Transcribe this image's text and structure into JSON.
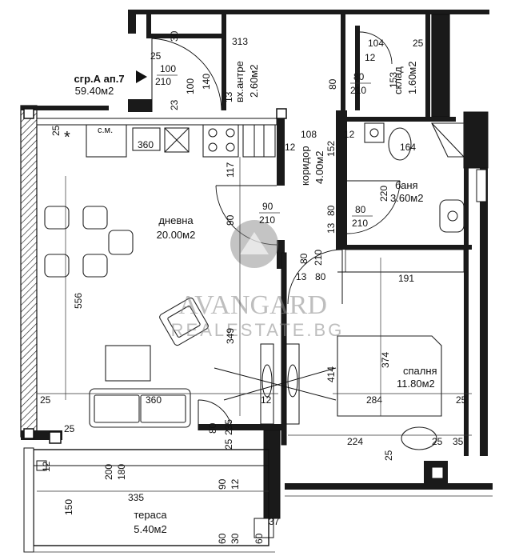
{
  "apartment": {
    "label": "сгр.А ап.7",
    "area": "59.40м2"
  },
  "entry_door": {
    "width": "100",
    "height": "210"
  },
  "rooms": {
    "living": {
      "name": "дневна",
      "area": "20.00м2"
    },
    "entrance": {
      "name": "вх.антре",
      "area": "2.60м2"
    },
    "storage": {
      "name": "склад",
      "area": "1.60м2"
    },
    "corridor": {
      "name": "коридор",
      "area": "4.00м2"
    },
    "bathroom": {
      "name": "баня",
      "area": "3.60м2"
    },
    "bedroom": {
      "name": "спалня",
      "area": "11.80м2"
    },
    "terrace": {
      "name": "тераса",
      "area": "5.40м2"
    }
  },
  "kitchen_label": "с.м.",
  "doors": {
    "storage": {
      "width": "80",
      "height": "210"
    },
    "living": {
      "width": "90",
      "height": "210"
    },
    "bathroom": {
      "width": "80",
      "height": "210"
    },
    "bedroom": {
      "width": "80",
      "height": "210"
    }
  },
  "dimensions": {
    "d30": "30",
    "d25a": "25",
    "d140": "140",
    "d100": "100",
    "d23": "23",
    "d313": "313",
    "d13a": "13",
    "d80a": "80",
    "d104": "104",
    "d25b": "25",
    "d12a": "12",
    "d153": "153",
    "d25c": "25",
    "d360a": "360",
    "d108": "108",
    "d12b": "12",
    "d152": "152",
    "d12c": "12",
    "d164": "164",
    "d117": "117",
    "d220": "220",
    "d90": "90",
    "d13b": "13",
    "d80b": "80",
    "d13c": "13",
    "d80c": "80",
    "d191": "191",
    "d556": "556",
    "d349": "349",
    "d374": "374",
    "d414": "414",
    "d25d": "25",
    "d360b": "360",
    "d12d": "12",
    "d284": "284",
    "d25e": "25",
    "d80d": "80",
    "d235": "235",
    "d25f": "25",
    "d25g": "25",
    "d224": "224",
    "d25h": "25",
    "d35": "35",
    "d12e": "12",
    "d200": "200",
    "d180": "180",
    "d90b": "90",
    "d12f": "12",
    "d25i": "25",
    "d335": "335",
    "d150": "150",
    "d60a": "60",
    "d30b": "30",
    "d60b": "60",
    "d37": "37"
  },
  "watermark": {
    "brand": "AVANGARD",
    "sub": "REALESTATE.BG"
  }
}
